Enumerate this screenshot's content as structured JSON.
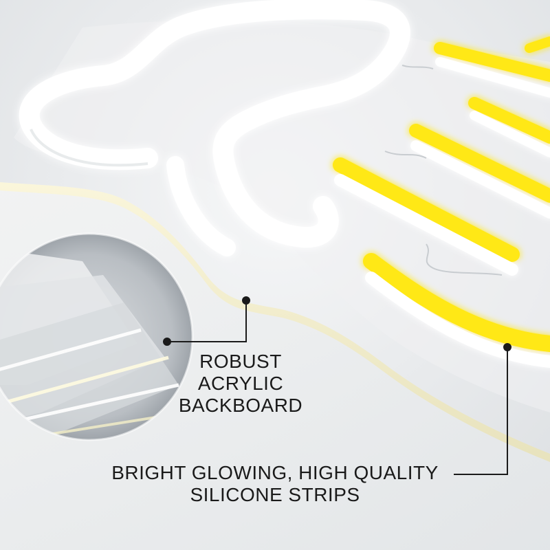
{
  "image": {
    "description_free": true
  },
  "callouts": {
    "acrylic": {
      "lines": [
        "ROBUST",
        "ACRYLIC",
        "BACKBOARD"
      ]
    },
    "strips": {
      "lines": [
        "BRIGHT GLOWING, HIGH QUALITY",
        "SILICONE STRIPS"
      ]
    }
  },
  "colors": {
    "background": "#eceef0",
    "neon_white": "#ffffff",
    "neon_yellow": "#ffe818",
    "leader_line": "#1a1a1a",
    "caption_text": "#1a1a1a"
  }
}
